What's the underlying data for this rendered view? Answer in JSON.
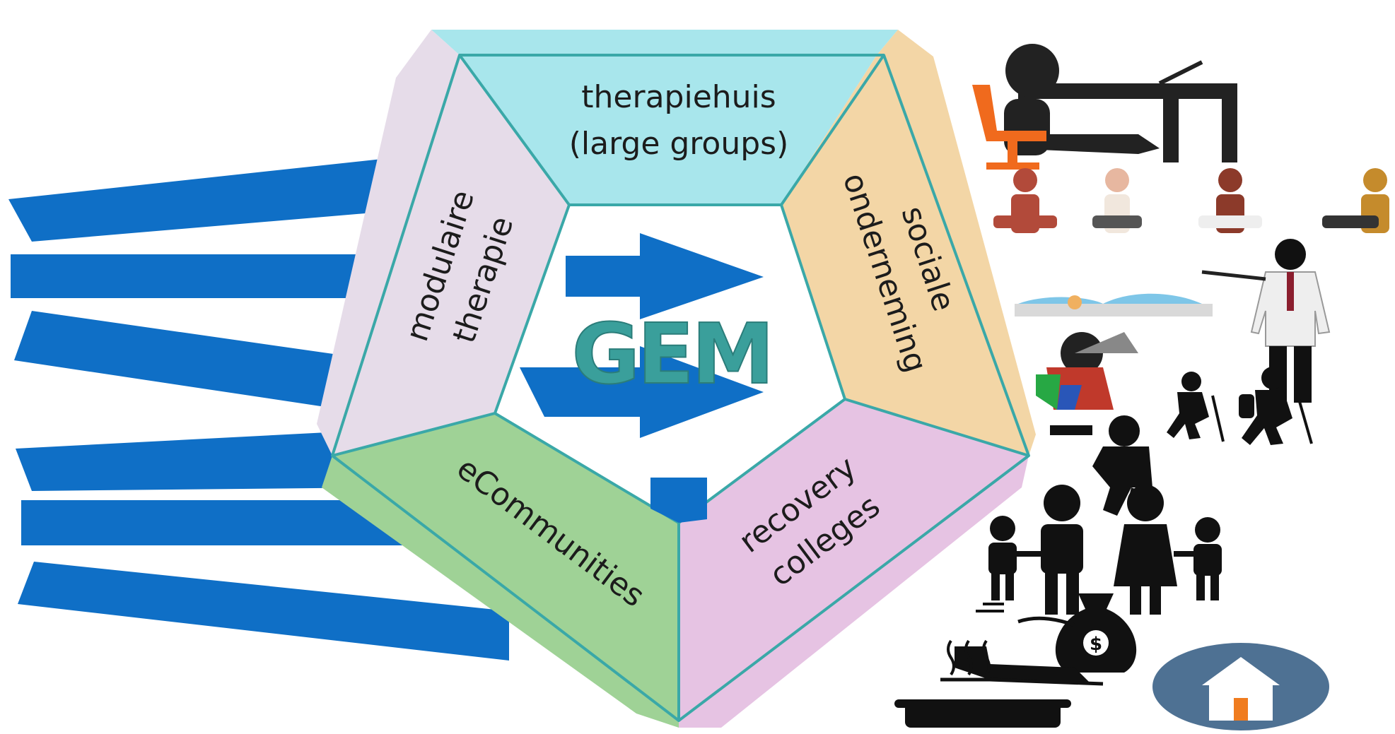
{
  "diagram": {
    "center_label": "GEM",
    "segments": {
      "top": "therapiehuis",
      "top_sub": "(large groups)",
      "left": "modulaire",
      "left_sub": "therapie",
      "right": "sociale",
      "right_sub": "onderneming",
      "bottom_left": "eCommunities",
      "bottom_right": "recovery",
      "bottom_right_sub": "colleges"
    },
    "icons": {
      "office_worker": "person-at-desk-icon",
      "group": "seated-group-icon",
      "doctor": "doctor-icon",
      "massage": "massage-therapy-icon",
      "sport": "sport-activity-icon",
      "hikers": "hikers-icon",
      "photographer": "photographer-icon",
      "family": "family-icon",
      "money": "money-bag-icon",
      "cooking": "cooking-pot-icon",
      "home": "home-icon"
    },
    "colors": {
      "arrow": "#0f6fc6",
      "top": "#a8e6ec",
      "left": "#e6dce9",
      "right": "#f3d6a6",
      "bottom_left": "#9fd296",
      "bottom_right": "#e6c3e3",
      "edge": "#3aa8a8",
      "gem": "#3a9f9b"
    }
  }
}
